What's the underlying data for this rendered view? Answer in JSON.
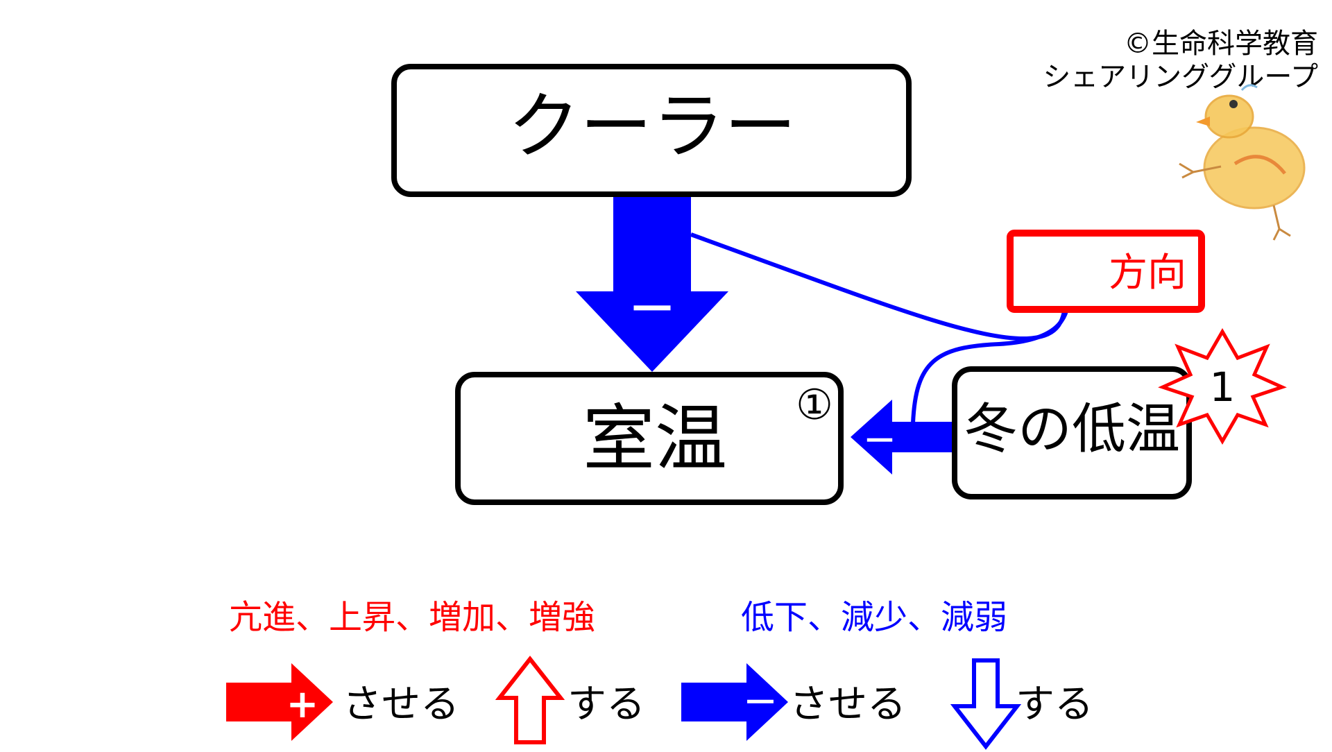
{
  "copyright": {
    "line1": "©生命科学教育",
    "line2": "シェアリンググループ"
  },
  "nodes": {
    "cooler": "クーラー",
    "room_temp": "室温",
    "room_temp_marker": "①",
    "winter_cold": "冬の低温",
    "direction": "方向",
    "burst_number": "1"
  },
  "arrows": {
    "cooler_to_room": "－",
    "winter_to_room": "－"
  },
  "legend": {
    "increase_heading": "亢進、上昇、増加、増強",
    "decrease_heading": "低下、減少、減弱",
    "plus_sign": "+",
    "minus_sign": "－",
    "plus_arrow_label": "させる",
    "up_arrow_label": "する",
    "minus_arrow_label": "させる",
    "down_arrow_label": "する"
  },
  "colors": {
    "red": "#ff0000",
    "blue": "#0000ff",
    "black": "#000000",
    "chick": "#f3c04a"
  }
}
